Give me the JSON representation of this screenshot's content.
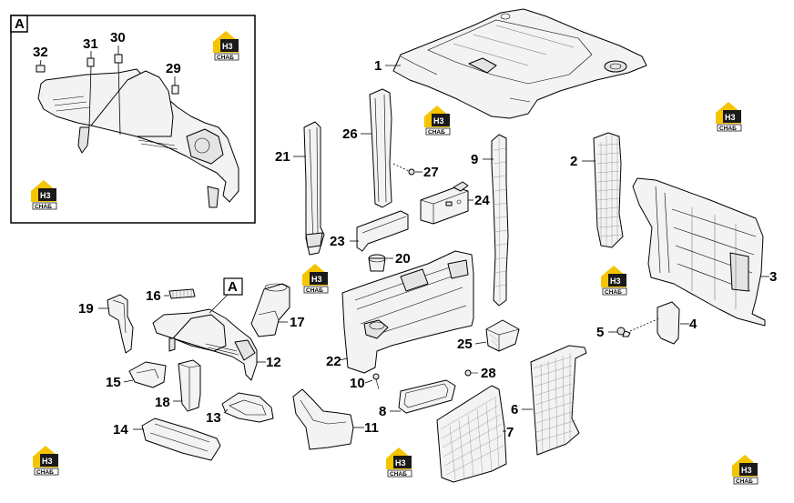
{
  "inset": {
    "label": "A"
  },
  "section_tag": {
    "label": "A"
  },
  "watermark": {
    "lines": [
      "H3",
      "СНАБ"
    ]
  },
  "callouts": [
    {
      "id": "1",
      "label": "1"
    },
    {
      "id": "2",
      "label": "2"
    },
    {
      "id": "3",
      "label": "3"
    },
    {
      "id": "4",
      "label": "4"
    },
    {
      "id": "5",
      "label": "5"
    },
    {
      "id": "6",
      "label": "6"
    },
    {
      "id": "7",
      "label": "7"
    },
    {
      "id": "8",
      "label": "8"
    },
    {
      "id": "9",
      "label": "9"
    },
    {
      "id": "10",
      "label": "10"
    },
    {
      "id": "11",
      "label": "11"
    },
    {
      "id": "12",
      "label": "12"
    },
    {
      "id": "13",
      "label": "13"
    },
    {
      "id": "14",
      "label": "14"
    },
    {
      "id": "15",
      "label": "15"
    },
    {
      "id": "16",
      "label": "16"
    },
    {
      "id": "17",
      "label": "17"
    },
    {
      "id": "18",
      "label": "18"
    },
    {
      "id": "19",
      "label": "19"
    },
    {
      "id": "20",
      "label": "20"
    },
    {
      "id": "21",
      "label": "21"
    },
    {
      "id": "22",
      "label": "22"
    },
    {
      "id": "23",
      "label": "23"
    },
    {
      "id": "24",
      "label": "24"
    },
    {
      "id": "25",
      "label": "25"
    },
    {
      "id": "26",
      "label": "26"
    },
    {
      "id": "27",
      "label": "27"
    },
    {
      "id": "28",
      "label": "28"
    },
    {
      "id": "29",
      "label": "29"
    },
    {
      "id": "30",
      "label": "30"
    },
    {
      "id": "31",
      "label": "31"
    },
    {
      "id": "32",
      "label": "32"
    }
  ],
  "colors": {
    "logo_yellow": "#f5c400",
    "logo_dark": "#1a1a1a",
    "line": "#000000",
    "part_fill": "#f3f3f3"
  }
}
